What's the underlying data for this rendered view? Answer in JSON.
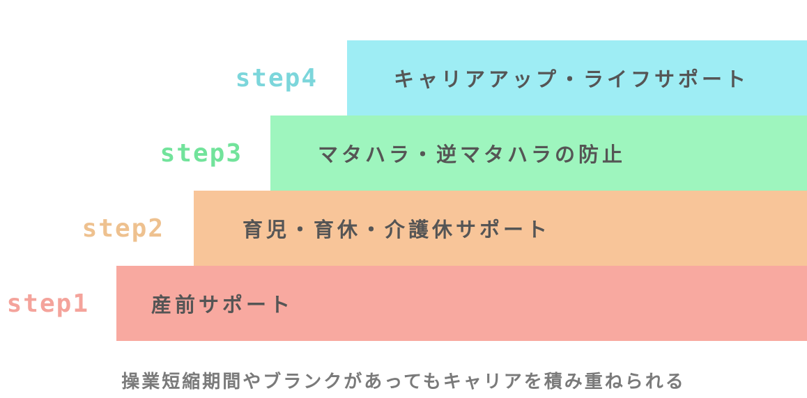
{
  "steps": [
    {
      "label": "step1",
      "text": "産前サポート",
      "bar_color": "#F8A9A0",
      "label_color": "#F4A39B"
    },
    {
      "label": "step2",
      "text": "育児・育休・介護休サポート",
      "bar_color": "#F8C599",
      "label_color": "#EEC18F"
    },
    {
      "label": "step3",
      "text": "マタハラ・逆マタハラの防止",
      "bar_color": "#9EF5BE",
      "label_color": "#72E39B"
    },
    {
      "label": "step4",
      "text": "キャリアアップ・ライフサポート",
      "bar_color": "#9EEDF4",
      "label_color": "#7CD6DB"
    }
  ],
  "caption": "操業短縮期間やブランクがあってもキャリアを積み重ねられる",
  "text_color": "#555555",
  "caption_color": "#7A7A7A"
}
